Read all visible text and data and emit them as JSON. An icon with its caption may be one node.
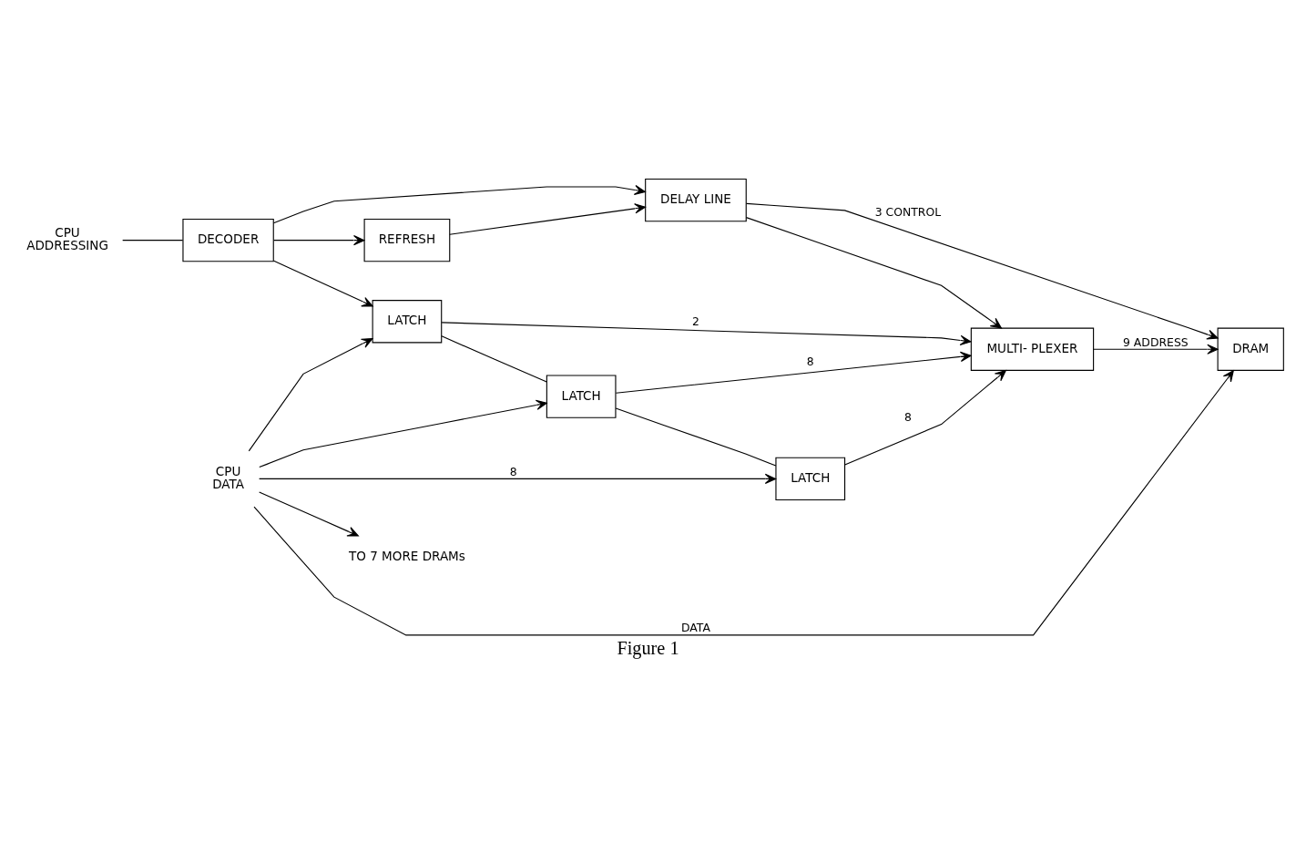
{
  "diagram": {
    "caption": "Figure 1",
    "nodes": [
      {
        "text": [
          "CPU",
          "ADDRESSING"
        ]
      },
      {
        "text": [
          "DECODER"
        ]
      },
      {
        "text": [
          "REFRESH"
        ]
      },
      {
        "text": [
          "DELAY LINE"
        ]
      },
      {
        "text": [
          "LATCH"
        ]
      },
      {
        "text": [
          "LATCH"
        ]
      },
      {
        "text": [
          "LATCH"
        ]
      },
      {
        "text": [
          "MULTI- PLEXER"
        ]
      },
      {
        "text": [
          "DRAM"
        ]
      },
      {
        "text": [
          "CPU",
          "DATA"
        ]
      },
      {
        "text": [
          "TO 7 MORE DRAMs"
        ]
      }
    ],
    "edges": [
      {
        "from": 0,
        "to": 1,
        "arrow": "none"
      },
      {
        "from": 1,
        "to": 2,
        "arrow": "to"
      },
      {
        "from": 1,
        "to": 3,
        "arrow": "to"
      },
      {
        "from": 1,
        "to": 4,
        "arrow": "to"
      },
      {
        "from": 2,
        "to": 3,
        "arrow": "to"
      },
      {
        "from": 3,
        "to": 7,
        "arrow": "to"
      },
      {
        "from": 3,
        "to": 8,
        "label": "3 CONTROL",
        "arrow": "to"
      },
      {
        "from": 4,
        "to": 5,
        "arrow": "none"
      },
      {
        "from": 5,
        "to": 6,
        "arrow": "none"
      },
      {
        "from": 4,
        "to": 7,
        "label": "2",
        "arrow": "to"
      },
      {
        "from": 5,
        "to": 7,
        "label": "8",
        "arrow": "to"
      },
      {
        "from": 6,
        "to": 7,
        "label": "8",
        "arrow": "to"
      },
      {
        "from": 7,
        "to": 8,
        "label": "9 ADDRESS",
        "arrow": "to"
      },
      {
        "from": 9,
        "to": 6,
        "label": "8",
        "arrow": "to"
      },
      {
        "from": 9,
        "to": 4,
        "arrow": "to"
      },
      {
        "from": 9,
        "to": 5,
        "arrow": "to"
      },
      {
        "from": 9,
        "to": 8,
        "label": "DATA",
        "arrow": "to"
      },
      {
        "from": 9,
        "to": 10,
        "arrow": "to"
      }
    ]
  }
}
